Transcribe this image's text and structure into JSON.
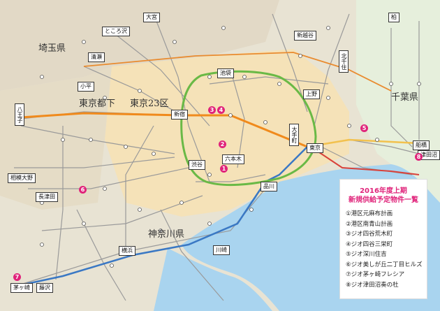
{
  "prefectures": [
    "埼玉県",
    "東京都下",
    "東京23区",
    "千葉県",
    "神奈川県"
  ],
  "stations": {
    "omiya": "大宮",
    "kashiwa": "柏",
    "tokorozawa": "ところ沢",
    "shinjuku_kita": "新越谷",
    "kitasenju": "北千住",
    "kiyose": "清瀬",
    "kodaira": "小平",
    "hachioji": "八王子",
    "ikebukuro": "池袋",
    "ueno": "上野",
    "shinjuku": "新宿",
    "otemachi": "大手町",
    "tokyo": "東京",
    "funabashi": "船橋",
    "tsudanuma": "津田沼",
    "shibuya": "渋谷",
    "roppongi": "六本木",
    "shinagawa": "品川",
    "sagamiono": "相模大野",
    "nagatsuta": "長津田",
    "yokohama": "横浜",
    "kawasaki": "川崎",
    "chigasaki": "茅ヶ崎",
    "fujisawa": "藤沢"
  },
  "legend": {
    "title_line1": "2016年度上期",
    "title_line2": "新規供給予定物件一覧",
    "items": [
      "①港区元麻布計画",
      "②港区南青山計画",
      "③ジオ四谷荒木町",
      "④ジオ四谷三栄町",
      "⑤ジオ深川住吉",
      "⑥ジオ美しが丘二丁目ヒルズ",
      "⑦ジオ茅ヶ崎フレシア",
      "⑧ジオ津田沼奏の杜"
    ]
  },
  "markers": [
    "1",
    "2",
    "3",
    "4",
    "5",
    "6",
    "7",
    "8"
  ],
  "colors": {
    "marker": "#e0237a",
    "sea": "#a9d4ef",
    "yamanote": "#6ab946",
    "chuo": "#f08a1c",
    "tokyo23": "#f5e2b8",
    "saitama": "#e2d9c6",
    "chiba": "#e6efdc",
    "kanagawa": "#e8e3d3"
  }
}
